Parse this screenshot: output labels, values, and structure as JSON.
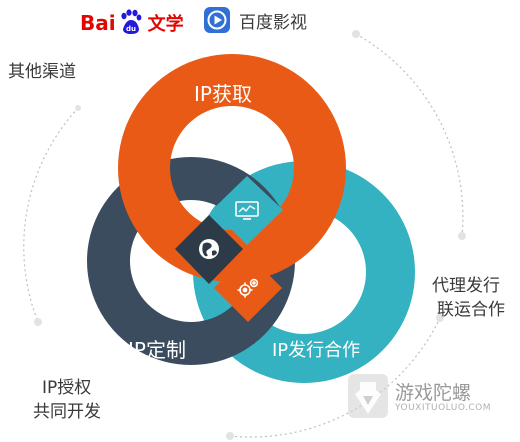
{
  "logos": {
    "baidu": {
      "part1": "Bai",
      "part2": "du",
      "part3": "文学"
    },
    "yingshi": {
      "label": "百度影视"
    }
  },
  "rings": {
    "top_label": "IP获取",
    "left_label": "IP定制",
    "right_label": "IP发行合作"
  },
  "side_labels": {
    "left_top": "其他渠道",
    "right_line1": "代理发行",
    "right_line2": "联运合作",
    "left_bottom_line1": "IP授权",
    "left_bottom_line2": "共同开发"
  },
  "watermark": {
    "title": "游戏陀螺",
    "subtitle": "YOUXITUOLUO.COM"
  },
  "colors": {
    "orange": "#e95a17",
    "dark": "#3b4c5e",
    "teal": "#34b2c1",
    "center": "#2d3a47"
  },
  "icons": [
    "paw-icon",
    "play-icon",
    "monitor-chart-icon",
    "globe-icon",
    "gears-icon",
    "spinning-top-icon"
  ]
}
